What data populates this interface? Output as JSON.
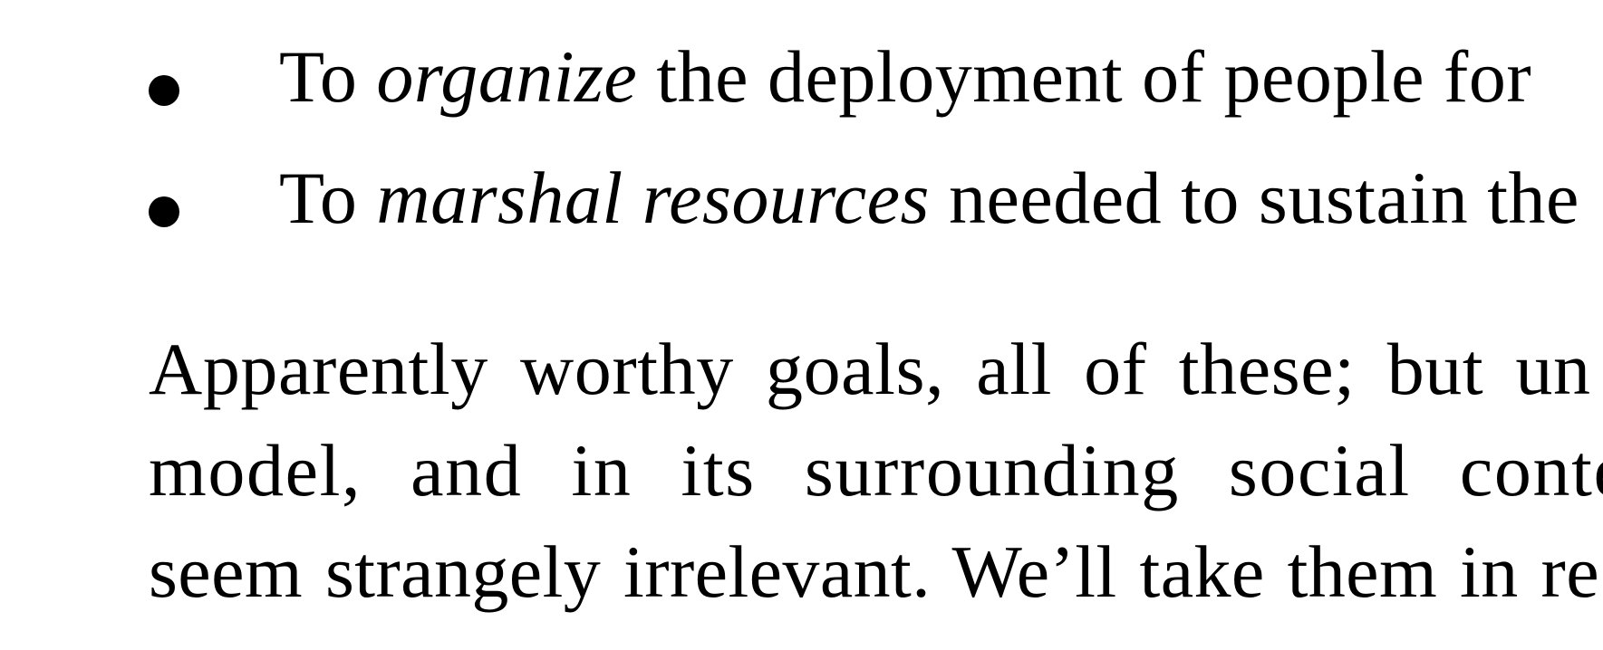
{
  "bullets": [
    {
      "prefix": "To ",
      "emphasis": "organize",
      "rest": " the deployment of people for"
    },
    {
      "prefix": "To ",
      "emphasis": "marshal resources",
      "rest": " needed to sustain the"
    }
  ],
  "paragraph": {
    "lines": [
      "Apparently worthy goals, all of these; but un",
      "model, and in its surrounding social context",
      "seem strangely irrelevant. We’ll take them in re"
    ]
  }
}
